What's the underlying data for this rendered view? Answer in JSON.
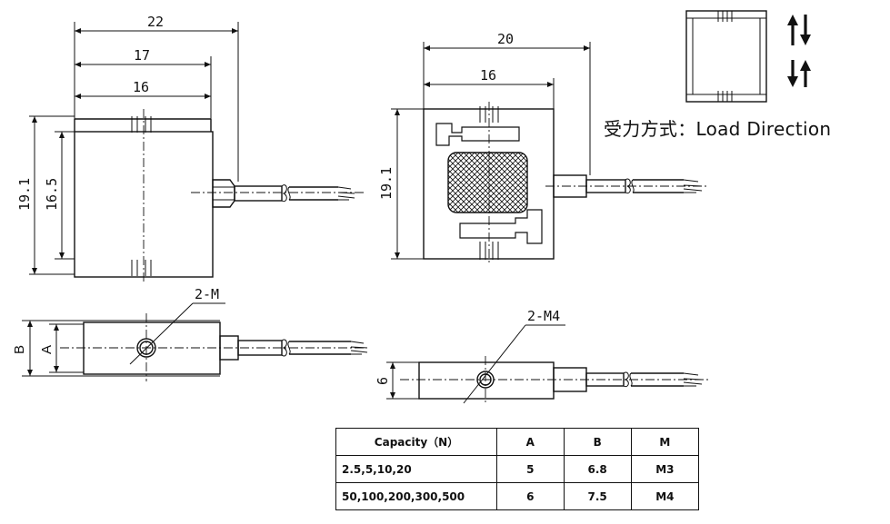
{
  "side_view": {
    "dim_overall_width": "22",
    "dim_mid_width": "17",
    "dim_body_width": "16",
    "dim_height": "19.1",
    "dim_inner_height": "16.5"
  },
  "front_view": {
    "dim_width": "20",
    "dim_inner_width": "16",
    "dim_height": "19.1"
  },
  "bottom_left_view": {
    "hole_label": "2-M",
    "dim_b": "B",
    "dim_a": "A"
  },
  "bottom_right_view": {
    "hole_label": "2-M4",
    "dim_height": "6"
  },
  "load_direction": {
    "label": "受力方式：Load Direction"
  },
  "spec_table": {
    "headers": [
      "Capacity（N）",
      "A",
      "B",
      "M"
    ],
    "rows": [
      [
        "2.5,5,10,20",
        "5",
        "6.8",
        "M3"
      ],
      [
        "50,100,200,300,500",
        "6",
        "7.5",
        "M4"
      ]
    ]
  }
}
